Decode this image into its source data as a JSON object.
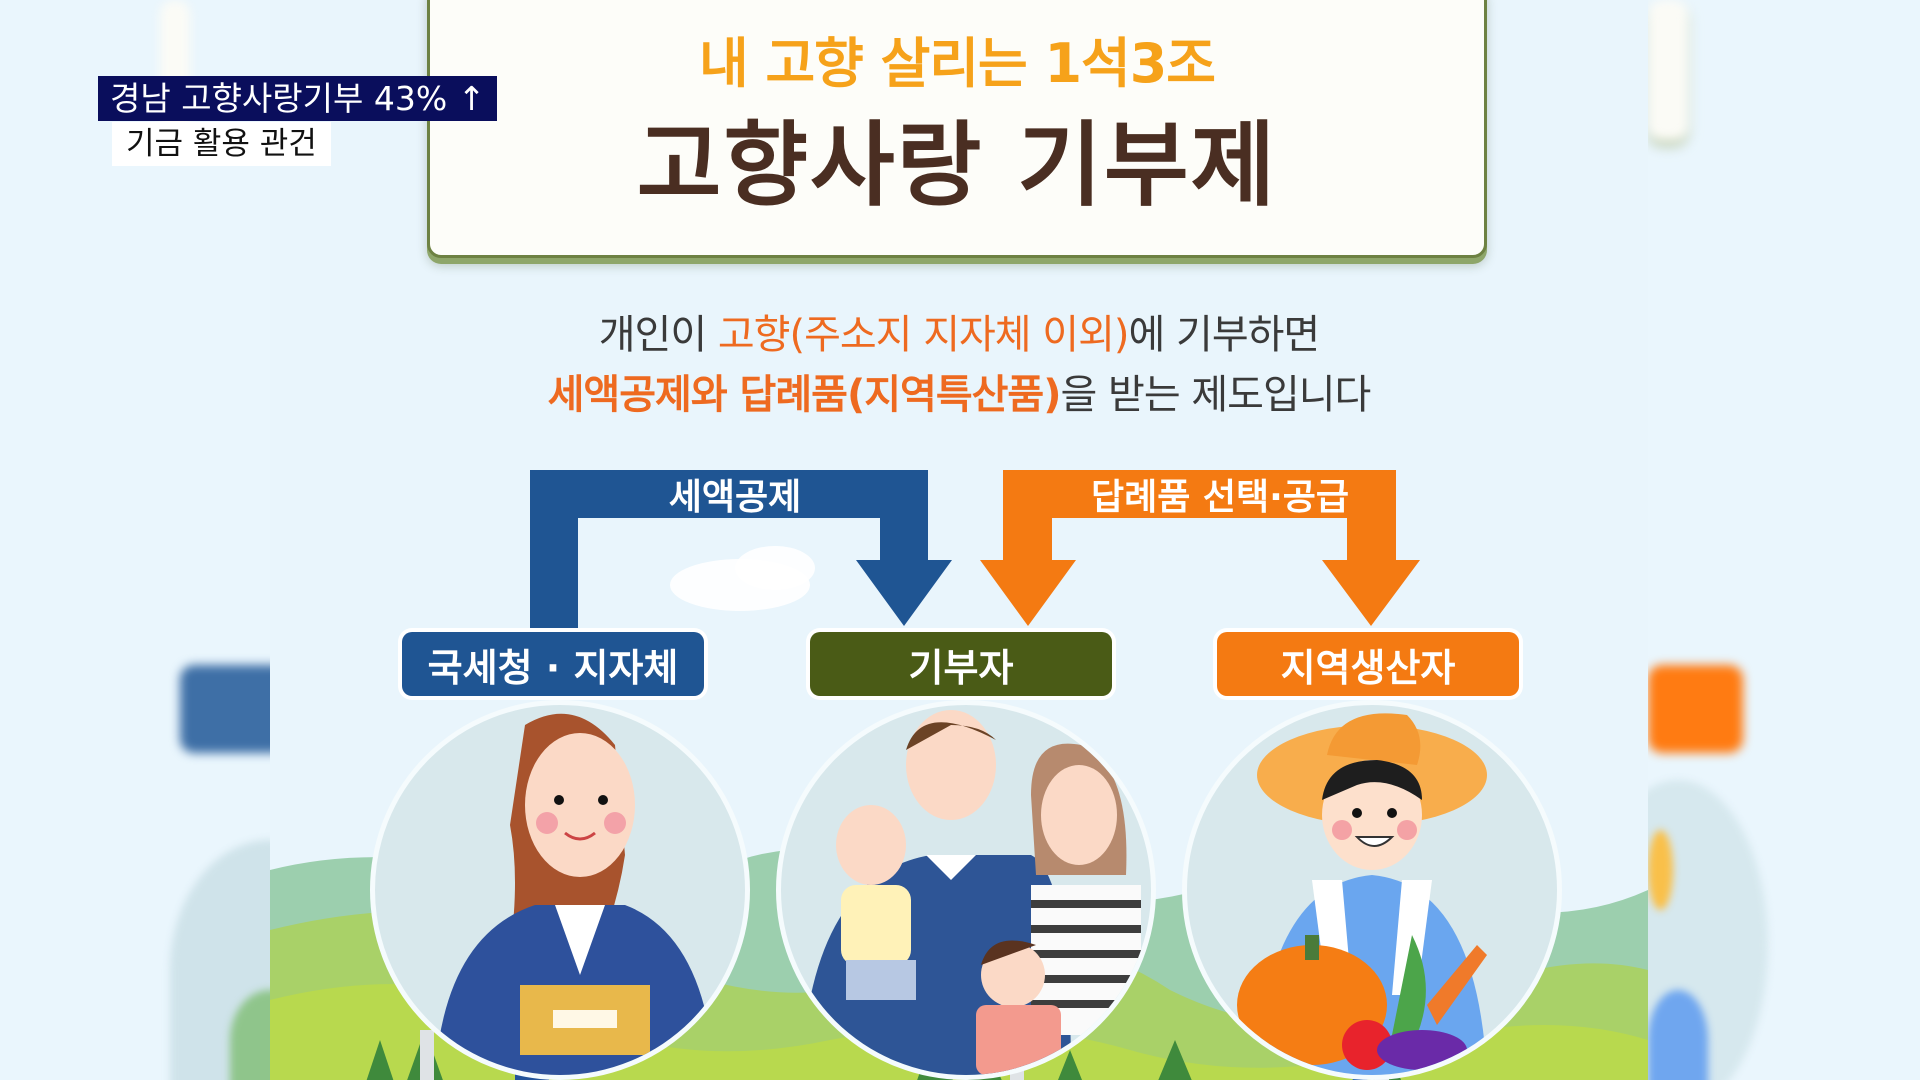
{
  "caption": {
    "headline": "경남 고향사랑기부 43% ↑",
    "subheadline": "기금 활용 관건"
  },
  "infographic": {
    "subtitle": "내 고향 살리는 1석3조",
    "title": "고향사랑 기부제",
    "description": {
      "line1": {
        "pre": "개인이 ",
        "highlight": "고향(주소지 지자체 이외)",
        "post": "에 기부하면"
      },
      "line2": {
        "highlight": "세액공제와 답례품(지역특산품)",
        "post": "을 받는 제도입니다"
      }
    },
    "flows": [
      {
        "label": "세액공제",
        "color": "#1f5593",
        "from": "국세청 · 지자체",
        "to": "기부자"
      },
      {
        "label": "답례품 선택·공급",
        "color": "#f47a12",
        "from": "지역생산자",
        "to": "기부자"
      }
    ],
    "nodes": [
      {
        "label": "국세청 · 지자체",
        "color": "#1f5593",
        "icon": "tax-officer-illustration"
      },
      {
        "label": "기부자",
        "color": "#4a5b16",
        "icon": "family-donor-illustration"
      },
      {
        "label": "지역생산자",
        "color": "#f47a12",
        "icon": "farmer-illustration"
      }
    ]
  },
  "colors": {
    "caption_bg": "#0a0e5c",
    "title_orange": "#f6a21a",
    "title_brown": "#4a2e22",
    "highlight_orange": "#ee6a20",
    "card_border": "#6d8142",
    "background": "#e9f5fc"
  }
}
